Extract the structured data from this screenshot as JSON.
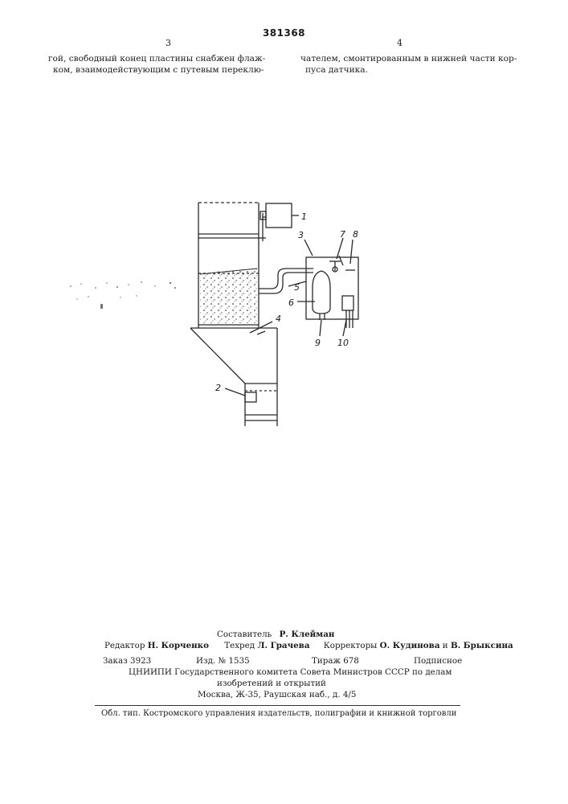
{
  "header": {
    "patent_number": "381368",
    "col_left": "3",
    "col_right": "4"
  },
  "text": {
    "left": [
      "гой, свободный конец пластины снабжен флаж-",
      "ком, взаимодействующим с путевым переклю-"
    ],
    "right": [
      "чателем, смонтированным в нижней части кор-",
      "пуса датчика."
    ]
  },
  "figure": {
    "labels": [
      "1",
      "2",
      "3",
      "4",
      "5",
      "6",
      "7",
      "8",
      "9",
      "10"
    ]
  },
  "imprint": {
    "composer_label": "Составитель",
    "composer": "Р. Клейман",
    "editor_label": "Редактор",
    "editor": "Н. Корченко",
    "techred_label": "Техред",
    "techred": "Л. Грачева",
    "correctors_label": "Корректоры",
    "correctors": "О. Кудинова",
    "and": "и",
    "corrector2": "В. Брыксина",
    "order": "Заказ 3923",
    "edition": "Изд. № 1535",
    "circulation": "Тираж 678",
    "subscription": "Подписное",
    "institute_1": "ЦНИИПИ Государственного комитета Совета Министров СССР по делам",
    "institute_2": "изобретений и открытий",
    "address": "Москва, Ж-35, Раушская наб., д. 4/5",
    "printer": "Обл. тип. Костромского управления издательств, полиграфии и книжной торговли"
  }
}
